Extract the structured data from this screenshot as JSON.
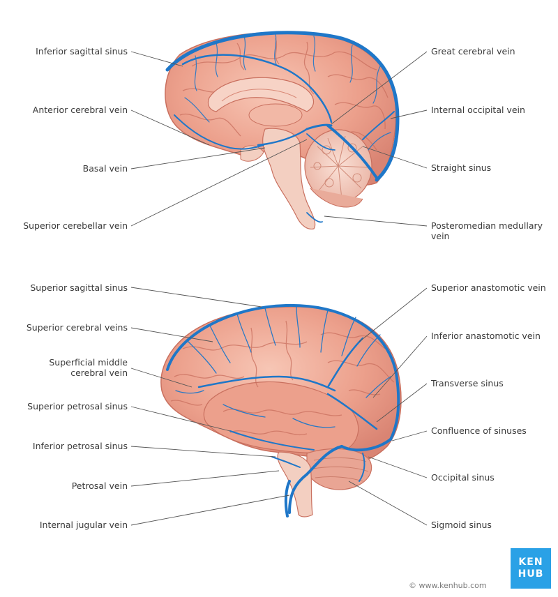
{
  "colors": {
    "vein": "#1f77c8",
    "brain": "#eba090",
    "brain_dark": "#cf7867",
    "brain_light": "#f6c9bb",
    "brand": "#2aa1e6"
  },
  "top_diagram": {
    "left_labels": [
      "Inferior sagittal sinus",
      "Anterior cerebral vein",
      "Basal vein",
      "Superior cerebellar vein"
    ],
    "right_labels": [
      "Great cerebral vein",
      "Internal occipital vein",
      "Straight sinus",
      "Posteromedian medullary vein"
    ]
  },
  "bottom_diagram": {
    "left_labels": [
      "Superior sagittal sinus",
      "Superior cerebral veins",
      "Superficial middle cerebral vein",
      "Superior petrosal sinus",
      "Inferior petrosal sinus",
      "Petrosal vein",
      "Internal jugular vein"
    ],
    "right_labels": [
      "Superior anastomotic vein",
      "Inferior anastomotic vein",
      "Transverse sinus",
      "Confluence of sinuses",
      "Occipital sinus",
      "Sigmoid sinus"
    ]
  },
  "logo": {
    "line1": "KEN",
    "line2": "HUB",
    "icon": "kenhub-logo"
  },
  "copyright": "© www.kenhub.com"
}
